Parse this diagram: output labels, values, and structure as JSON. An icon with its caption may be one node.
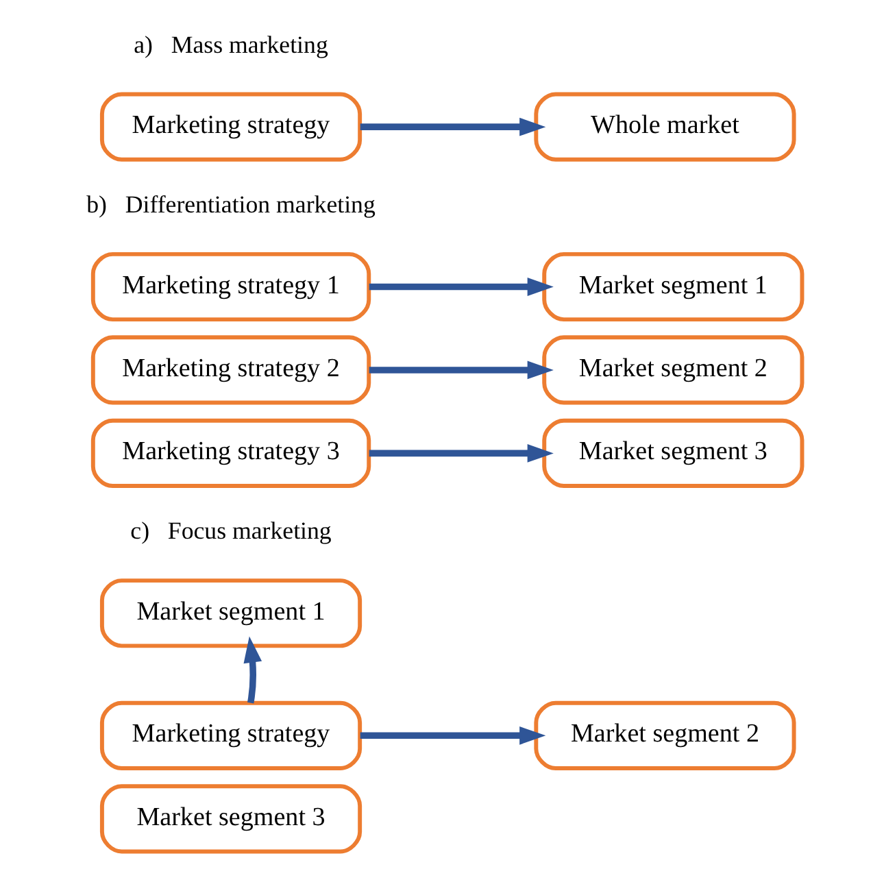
{
  "diagram": {
    "nodes": [
      {
        "text": [
          "Marketing strategy"
        ]
      },
      {
        "text": [
          "Whole market"
        ]
      },
      {
        "text": [
          "Marketing strategy 1"
        ]
      },
      {
        "text": [
          "Marketing strategy 2"
        ]
      },
      {
        "text": [
          "Marketing strategy 3"
        ]
      },
      {
        "text": [
          "Market segment 1"
        ]
      },
      {
        "text": [
          "Market segment 2"
        ]
      },
      {
        "text": [
          "Market segment 3"
        ]
      },
      {
        "text": [
          "Marketing strategy"
        ]
      },
      {
        "text": [
          "Market segment 1"
        ]
      },
      {
        "text": [
          "Market segment 2"
        ]
      },
      {
        "text": [
          "Market segment 3"
        ]
      }
    ],
    "edges": [
      {
        "from": 0,
        "to": 1,
        "arrow": "to"
      },
      {
        "from": 2,
        "to": 5,
        "arrow": "to"
      },
      {
        "from": 3,
        "to": 6,
        "arrow": "to"
      },
      {
        "from": 4,
        "to": 7,
        "arrow": "to"
      },
      {
        "from": 8,
        "to": 9,
        "arrow": "to"
      },
      {
        "from": 8,
        "to": 10,
        "arrow": "to"
      }
    ],
    "labels": [
      "a)   Mass marketing",
      "b)   Differentiation marketing",
      "c)   Focus marketing"
    ]
  }
}
